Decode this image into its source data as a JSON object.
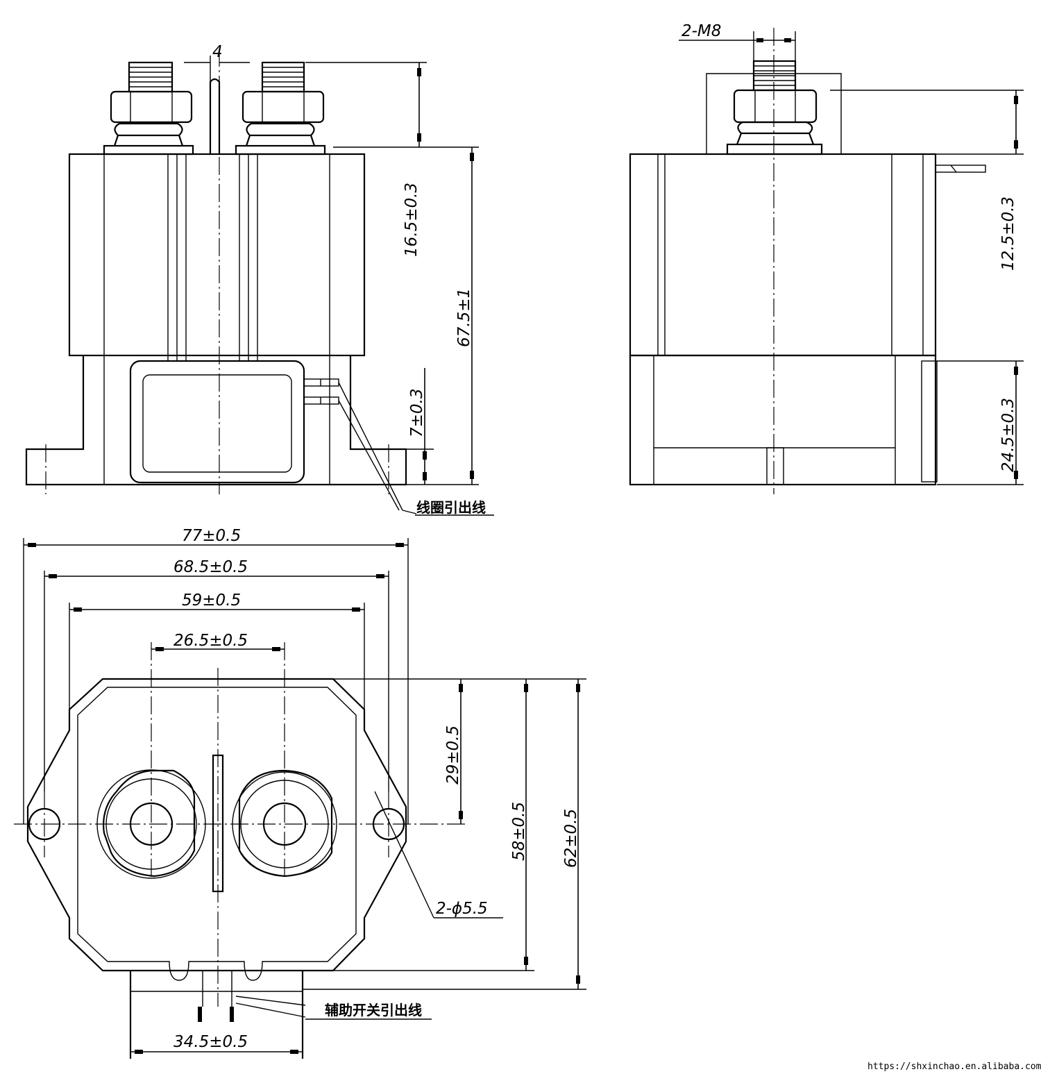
{
  "front_view": {
    "dim_gap": "4",
    "dim_terminal_height": "16.5±0.3",
    "dim_total_height": "67.5±1",
    "dim_base_height": "7±0.3",
    "label_coil_lead": "线圈引出线"
  },
  "side_view": {
    "dim_thread": "2-M8",
    "dim_terminal_height": "12.5±0.3",
    "dim_lower_height": "24.5±0.3"
  },
  "top_view": {
    "dim_width_77": "77±0.5",
    "dim_width_68": "68.5±0.5",
    "dim_width_59": "59±0.5",
    "dim_terminal_spacing": "26.5±0.5",
    "dim_center_offset": "29±0.5",
    "dim_height_58": "58±0.5",
    "dim_height_62": "62±0.5",
    "dim_holes": "2-ϕ5.5",
    "dim_connector_width": "34.5±0.5",
    "label_aux_lead": "辅助开关引出线"
  },
  "watermark": "https://shxinchao.en.alibaba.com/"
}
